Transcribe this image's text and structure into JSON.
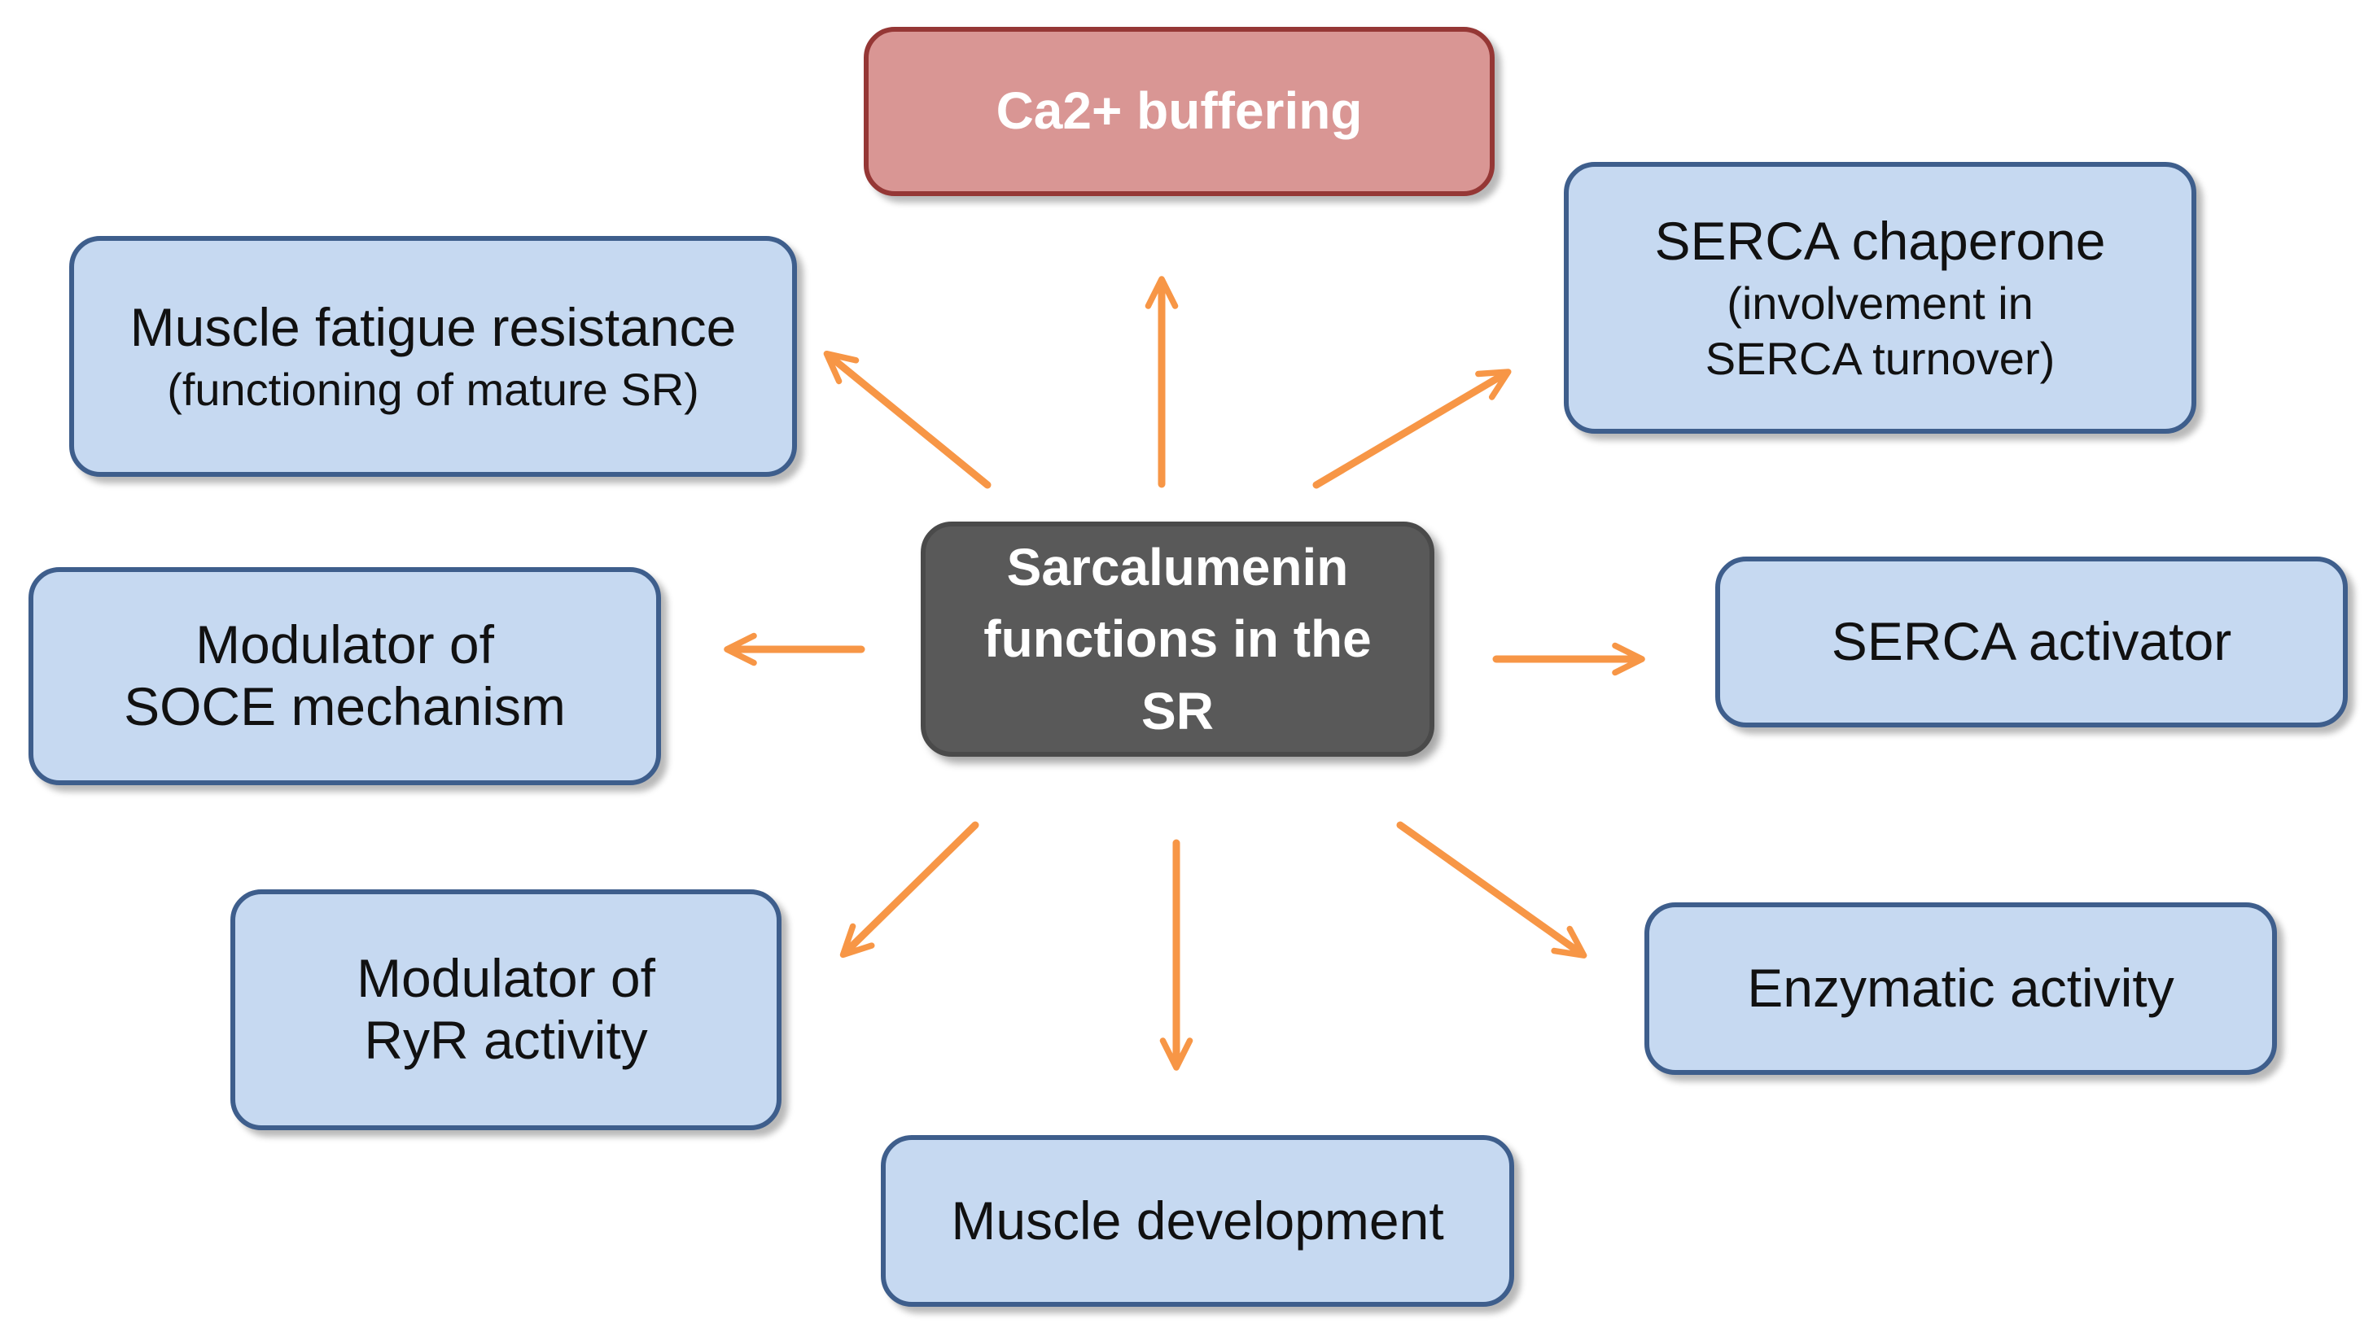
{
  "colors": {
    "function_fill": "#c6d9f1",
    "function_border": "#3e5e8c",
    "highlight_fill": "#d99694",
    "highlight_border": "#953735",
    "center_fill": "#595959",
    "arrow": "#f79646"
  },
  "center": {
    "lines": [
      "Sarcalumenin",
      "functions in the",
      "SR"
    ]
  },
  "nodes": {
    "ca_buffering": {
      "lines": [
        "Ca2+ buffering"
      ]
    },
    "serca_chaperone": {
      "title": "SERCA chaperone",
      "detail": [
        "(involvement in",
        "SERCA turnover)"
      ]
    },
    "muscle_fatigue": {
      "title": "Muscle fatigue resistance",
      "detail": [
        "(functioning of mature SR)"
      ]
    },
    "soce": {
      "lines": [
        "Modulator of",
        "SOCE mechanism"
      ]
    },
    "serca_activator": {
      "lines": [
        "SERCA activator"
      ]
    },
    "ryr": {
      "lines": [
        "Modulator of",
        "RyR activity"
      ]
    },
    "enzymatic": {
      "lines": [
        "Enzymatic activity"
      ]
    },
    "development": {
      "lines": [
        "Muscle development"
      ]
    }
  }
}
